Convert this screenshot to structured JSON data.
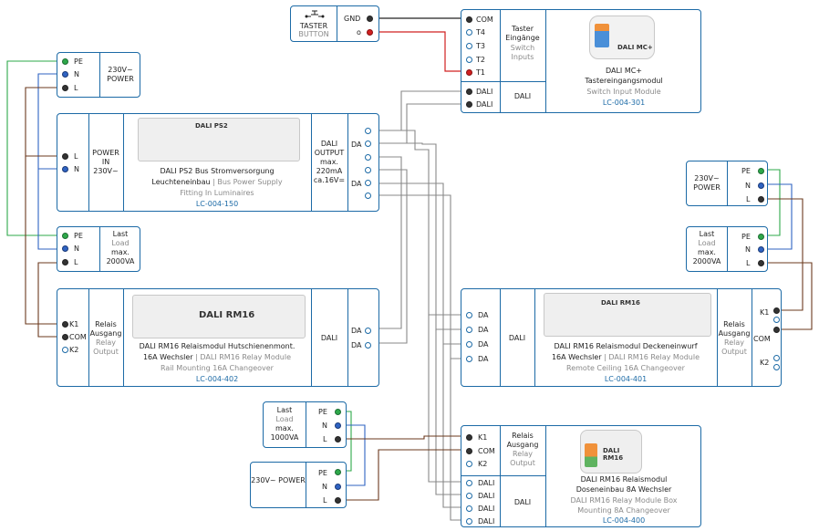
{
  "taster": {
    "title": "TASTER",
    "subtitle": "BUTTON",
    "gnd": "GND",
    "o": "o"
  },
  "mc": {
    "terms": [
      "COM",
      "T4",
      "T3",
      "T2",
      "T1"
    ],
    "mid_de": "Taster Eingänge",
    "mid_en": "Switch Inputs",
    "dali_terms": [
      "DALI",
      "DALI"
    ],
    "dali_label": "DALI",
    "title1": "DALI MC+",
    "title2": "Tastereingangsmodul",
    "title3": "Switch Input Module",
    "code": "LC-004-301",
    "device_label": "DALI MC+"
  },
  "pow_top": {
    "terms": [
      "PE",
      "N",
      "L"
    ],
    "label": "230V~ POWER"
  },
  "ps2": {
    "terms": [
      "L",
      "N"
    ],
    "power_in": "POWER IN 230V~",
    "title1": "DALI PS2 Bus Stromversorgung",
    "title2a": "Leuchteneinbau",
    "title2b": " | Bus Power Supply",
    "title3": "Fitting In Luminaires",
    "code": "LC-004-150",
    "out_label": "DALI OUTPUT max. 220mA ca.16V=",
    "out_terms": [
      "DA",
      "DA"
    ],
    "device_label": "DALI PS2"
  },
  "last_left": {
    "terms": [
      "PE",
      "N",
      "L"
    ],
    "l1": "Last",
    "l2": "Load",
    "l3": "max.",
    "l4": "2000VA"
  },
  "rm16_rail": {
    "terms": [
      "K1",
      "COM",
      "K2"
    ],
    "relais": "Relais",
    "ausgang": "Ausgang",
    "relay": "Relay",
    "output": "Output",
    "title1": "DALI RM16 Relaismodul Hutschienenmont.",
    "title2a": "16A Wechsler",
    "title2b": " | DALI RM16 Relay Module",
    "title3": "Rail Mounting 16A Changeover",
    "code": "LC-004-402",
    "dali_label": "DALI",
    "dali_terms": [
      "DA",
      "DA"
    ],
    "device_label": "DALI RM16"
  },
  "pow_right": {
    "terms": [
      "PE",
      "N",
      "L"
    ],
    "label": "230V~ POWER"
  },
  "last_right": {
    "terms": [
      "PE",
      "N",
      "L"
    ],
    "l1": "Last",
    "l2": "Load",
    "l3": "max.",
    "l4": "2000VA"
  },
  "rm16_ceiling": {
    "dali_terms": [
      "DA",
      "DA",
      "DA",
      "DA"
    ],
    "dali_label": "DALI",
    "title1": "DALI RM16 Relaismodul Deckeneinwurf",
    "title2a": "16A Wechsler",
    "title2b": " | DALI RM16 Relay Module",
    "title3": "Remote Ceiling 16A Changeover",
    "code": "LC-004-401",
    "relais": "Relais",
    "ausgang": "Ausgang",
    "relay": "Relay",
    "output": "Output",
    "terms": [
      "K1",
      "COM",
      "K2"
    ],
    "device_label": "DALI RM16"
  },
  "last_bottom": {
    "terms": [
      "PE",
      "N",
      "L"
    ],
    "l1": "Last",
    "l2": "Load",
    "l3": "max.",
    "l4": "1000VA"
  },
  "pow_bottom": {
    "terms": [
      "PE",
      "N",
      "L"
    ],
    "label": "230V~ POWER"
  },
  "rm16_box": {
    "terms": [
      "K1",
      "COM",
      "K2"
    ],
    "relais": "Relais",
    "ausgang": "Ausgang",
    "relay": "Relay",
    "output": "Output",
    "dali_terms": [
      "DALI",
      "DALI",
      "DALI",
      "DALI"
    ],
    "dali_label": "DALI",
    "title1": "DALI RM16 Relaismodul",
    "title2": "Doseneinbau 8A Wechsler",
    "title3": "DALI RM16 Relay Module Box",
    "title4": "Mounting 8A Changeover",
    "code": "LC-004-400",
    "device_label": "DALI RM16"
  },
  "colors": {
    "frame": "#1c6aa6",
    "pe": "#2ea84a",
    "n": "#2f63c2",
    "l": "#6b3a1e",
    "dali": "#777777",
    "signal": "#d02020"
  }
}
